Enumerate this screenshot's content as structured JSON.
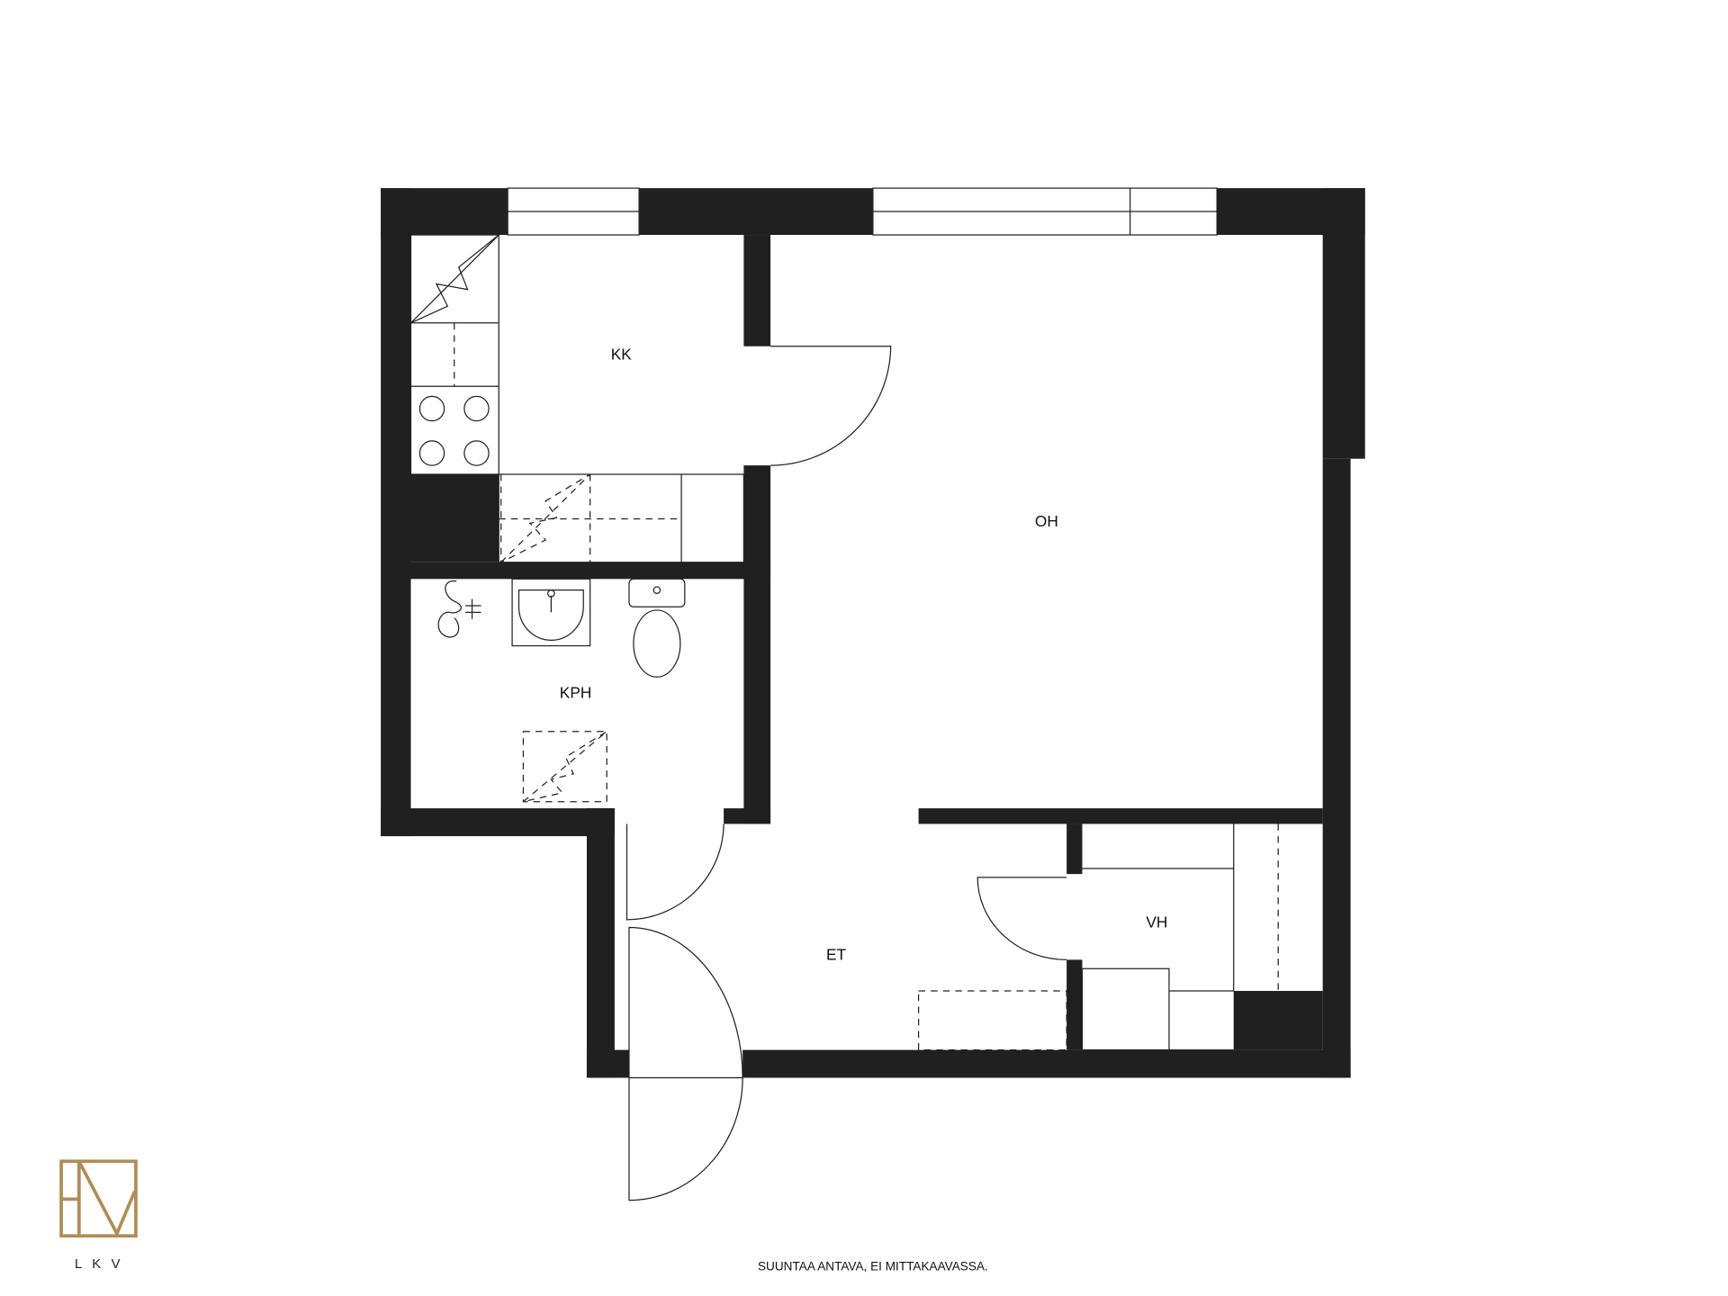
{
  "rooms": {
    "kitchen": "KK",
    "living_room": "OH",
    "bathroom": "KPH",
    "hallway": "ET",
    "wardrobe": "VH"
  },
  "logo": {
    "label": "L K V",
    "color": "#b08d57"
  },
  "footer": {
    "disclaimer": "SUUNTAA ANTAVA, EI MITTAKAAVASSA."
  },
  "colors": {
    "wall": "#202020"
  }
}
